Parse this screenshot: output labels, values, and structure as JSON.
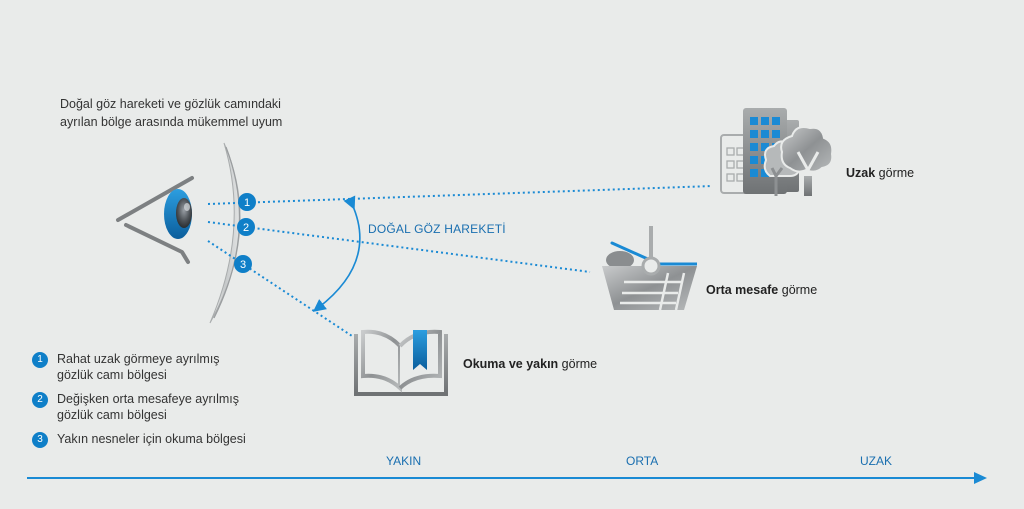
{
  "intro": {
    "line1": "Doğal göz hareketi ve gözlük camındaki",
    "line2": "ayrılan bölge arasında mükemmel uyum"
  },
  "movement_label": "DOĞAL GÖZ HAREKETİ",
  "zones": [
    {
      "number": "1",
      "target": "far"
    },
    {
      "number": "2",
      "target": "intermediate"
    },
    {
      "number": "3",
      "target": "near"
    }
  ],
  "targets": {
    "far": {
      "bold": "Uzak",
      "rest": " görme",
      "icon": "building-trees-icon"
    },
    "intermediate": {
      "bold": "Orta mesafe",
      "rest": " görme",
      "icon": "basket-icon"
    },
    "near": {
      "bold": "Okuma ve yakın",
      "rest": " görme",
      "icon": "book-icon"
    }
  },
  "legend": [
    {
      "number": "1",
      "line1": "Rahat uzak görmeye ayrılmış",
      "line2": "gözlük camı bölgesi"
    },
    {
      "number": "2",
      "line1": "Değişken orta mesafeye ayrılmış",
      "line2": "gözlük camı bölgesi"
    },
    {
      "number": "3",
      "line1": "Yakın nesneler için okuma bölgesi",
      "line2": ""
    }
  ],
  "distance_axis": {
    "labels": [
      "YAKIN",
      "ORTA",
      "UZAK"
    ]
  },
  "colors": {
    "accent": "#0f7fc8",
    "text_blue": "#1a6fb0",
    "background": "#e9ebea",
    "icon_gray": "#8d9092"
  }
}
